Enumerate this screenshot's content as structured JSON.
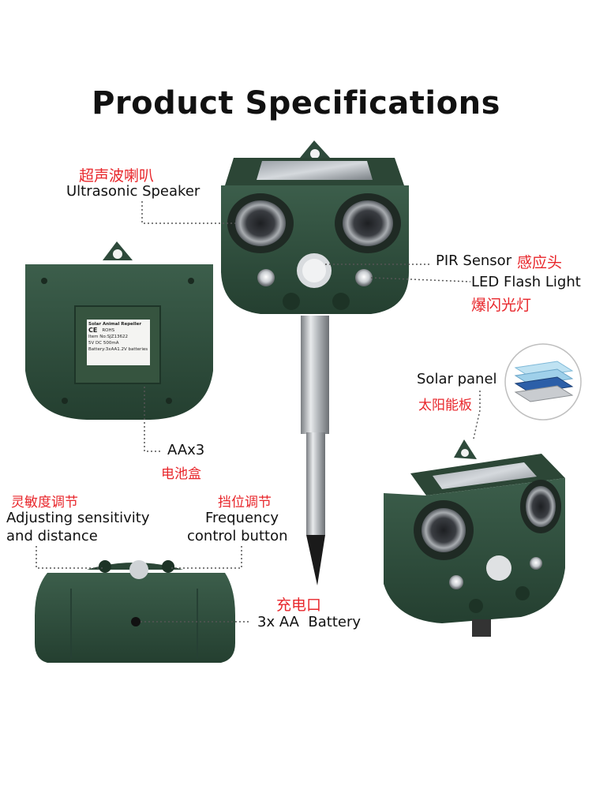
{
  "page": {
    "title": "Product Specifications"
  },
  "labels": {
    "speaker_cn": "超声波喇叭",
    "speaker_en": "Ultrasonic Speaker",
    "pir_en": "PIR Sensor",
    "pir_cn": "感应头",
    "led_en": "LED Flash Light",
    "led_cn": "爆闪光灯",
    "battery_box_en": "AAx3",
    "battery_box_cn": "电池盒",
    "solar_en": "Solar panel",
    "solar_cn": "太阳能板",
    "sensitivity_cn": "灵敏度调节",
    "sensitivity_en_1": "Adjusting sensitivity",
    "sensitivity_en_2": "and distance",
    "frequency_cn": "挡位调节",
    "frequency_en_1": "Frequency",
    "frequency_en_2": "control button",
    "charge_cn": "充电口",
    "charge_en": "3x AA  Battery"
  },
  "sticker": {
    "line1": "Solar Animal Repeller",
    "line2": "CE",
    "line3": "ROHS",
    "line4": "Item No:SJZ13622",
    "line5": "5V DC 500mA",
    "line6": "Battery:3xAA1.2V batteries"
  },
  "colors": {
    "body_green": "#2f4f3e",
    "body_dark": "#1f3a2c",
    "label_red": "#e8262b",
    "leader_line": "#555555"
  }
}
